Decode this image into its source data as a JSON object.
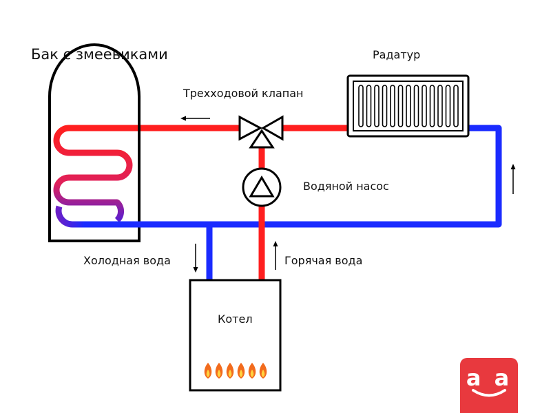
{
  "labels": {
    "tank": "Бак с змеевиками",
    "radiator": "Радатур",
    "valve": "Трехходовой клапан",
    "pump": "Водяной насос",
    "cold_water": "Холодная вода",
    "hot_water": "Горячая вода",
    "boiler": "Котел"
  },
  "logo": {
    "text": "a a"
  },
  "colors": {
    "hot_pipe": "#ff1f1f",
    "cold_pipe": "#1a2bff",
    "outline": "#000000",
    "flame": "#f26b1d",
    "logo_bg": "#e8393e"
  },
  "icons": {
    "pump": "pump-icon",
    "valve": "three-way-valve-icon",
    "flames": "flame-icon",
    "radiator": "radiator-icon"
  }
}
